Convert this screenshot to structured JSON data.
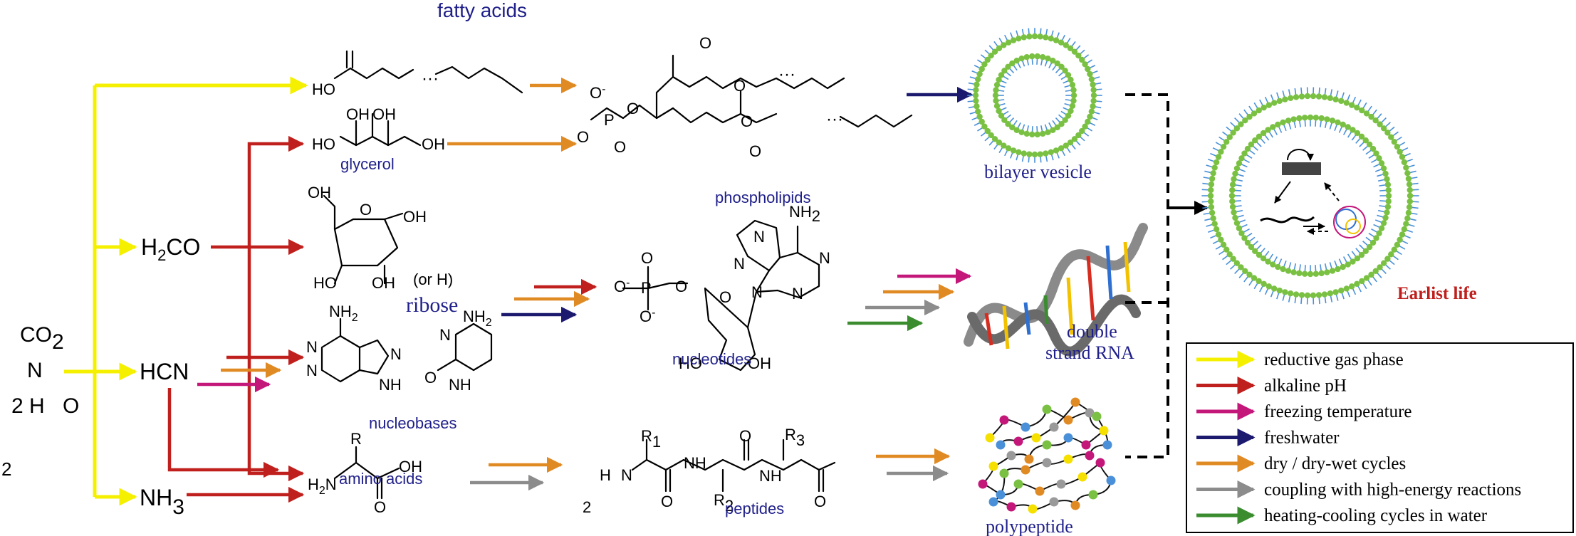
{
  "title": "fatty acids",
  "reactants": {
    "co2": "CO",
    "co2_sub": "2",
    "n": "N",
    "h2o_h": "2 H",
    "h2o_o": "O",
    "stray_2": "2"
  },
  "intermediates": {
    "h2co_h": "H",
    "h2co_sub": "2",
    "h2co_co": "CO",
    "hcn": "HCN",
    "nh3": "NH",
    "nh3_sub": "3"
  },
  "molecule_labels": {
    "glycerol": "glycerol",
    "ribose": "ribose",
    "or_h": "(or H)",
    "nucleobases": "nucleobases",
    "amino_acids": "amino acids",
    "phospholipids": "phospholipids",
    "nucleotides": "nucleotides",
    "peptides": "peptides"
  },
  "atoms": {
    "ho": "HO",
    "oh": "OH",
    "h2n": "H",
    "h2n_sub": "2",
    "n_atom": "N",
    "nh": "NH",
    "nh2": "NH",
    "sub2": "2",
    "o": "O",
    "o_minus": "O",
    "p": "P",
    "r1": "R",
    "r1_sub": "1",
    "r2": "R",
    "r2_sub": "2",
    "r3": "R",
    "r3_sub": "3",
    "h": "H"
  },
  "products": {
    "bilayer": "bilayer vesicle",
    "rna_line1": "double",
    "rna_line2": "strand RNA",
    "polypeptide": "polypeptide",
    "earliest": "Earlist life"
  },
  "legend": [
    {
      "label": "reductive gas phase",
      "color": "#f5f000"
    },
    {
      "label": "alkaline pH",
      "color": "#c0201d"
    },
    {
      "label": "freezing temperature",
      "color": "#c4177a"
    },
    {
      "label": "freshwater",
      "color": "#1c1a6e"
    },
    {
      "label": "dry / dry-wet cycles",
      "color": "#e08a24"
    },
    {
      "label": "coupling with high-energy reactions",
      "color": "#8c8c8c"
    },
    {
      "label": "heating-cooling cycles in water",
      "color": "#3a8c2f"
    }
  ],
  "colors": {
    "yellow": "#f5f000",
    "red": "#c0201d",
    "magenta": "#c4177a",
    "navy": "#1c1a6e",
    "orange": "#e08a24",
    "gray": "#8c8c8c",
    "green": "#3a8c2f",
    "lipid_head": "#7ac143",
    "lipid_tail": "#4a90d9",
    "label_blue": "#1f1f8a",
    "label_red": "#c0201d"
  }
}
